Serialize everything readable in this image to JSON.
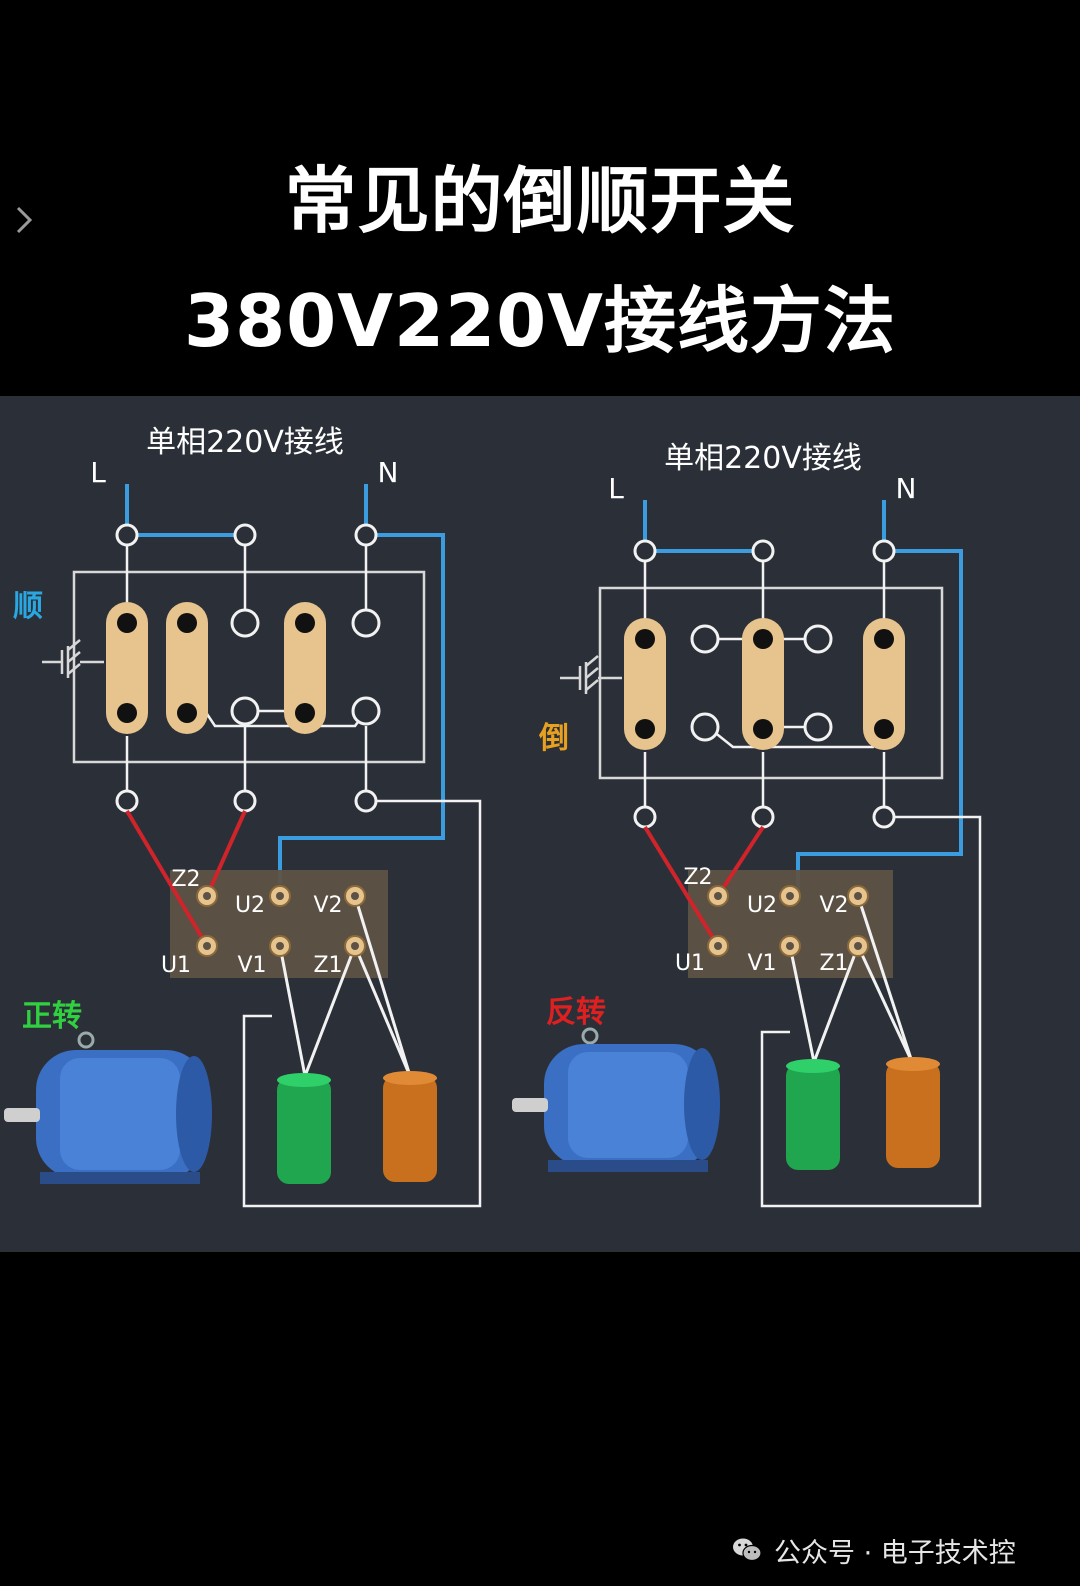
{
  "title": {
    "line1": "常见的倒顺开关",
    "line2": "380V220V接线方法"
  },
  "nav": {
    "icon": "chevron-right-icon"
  },
  "diagrams": [
    {
      "heading": "单相220V接线",
      "L": "L",
      "N": "N",
      "mode": "顺",
      "mode_color": "#2aa7e0",
      "terminals": {
        "z2": "Z2",
        "u2": "U2",
        "v2": "V2",
        "u1": "U1",
        "v1": "V1",
        "z1": "Z1"
      },
      "rotation": "正转",
      "rotation_color": "#30d040"
    },
    {
      "heading": "单相220V接线",
      "L": "L",
      "N": "N",
      "mode": "倒",
      "mode_color": "#e8a020",
      "terminals": {
        "z2": "Z2",
        "u2": "U2",
        "v2": "V2",
        "u1": "U1",
        "v1": "V1",
        "z1": "Z1"
      },
      "rotation": "反转",
      "rotation_color": "#e02020"
    }
  ],
  "colors": {
    "wire_blue": "#3b9de0",
    "wire_red": "#d0232a",
    "wire_white": "#f2f2f2",
    "contact": "#e7c48e",
    "terminal_block": "#5e5244",
    "cap_green": "#1fa64e",
    "cap_orange": "#c8701e",
    "motor": "#3a6fc4"
  },
  "footer": {
    "icon": "wechat-icon",
    "text": "公众号 · 电子技术控"
  }
}
